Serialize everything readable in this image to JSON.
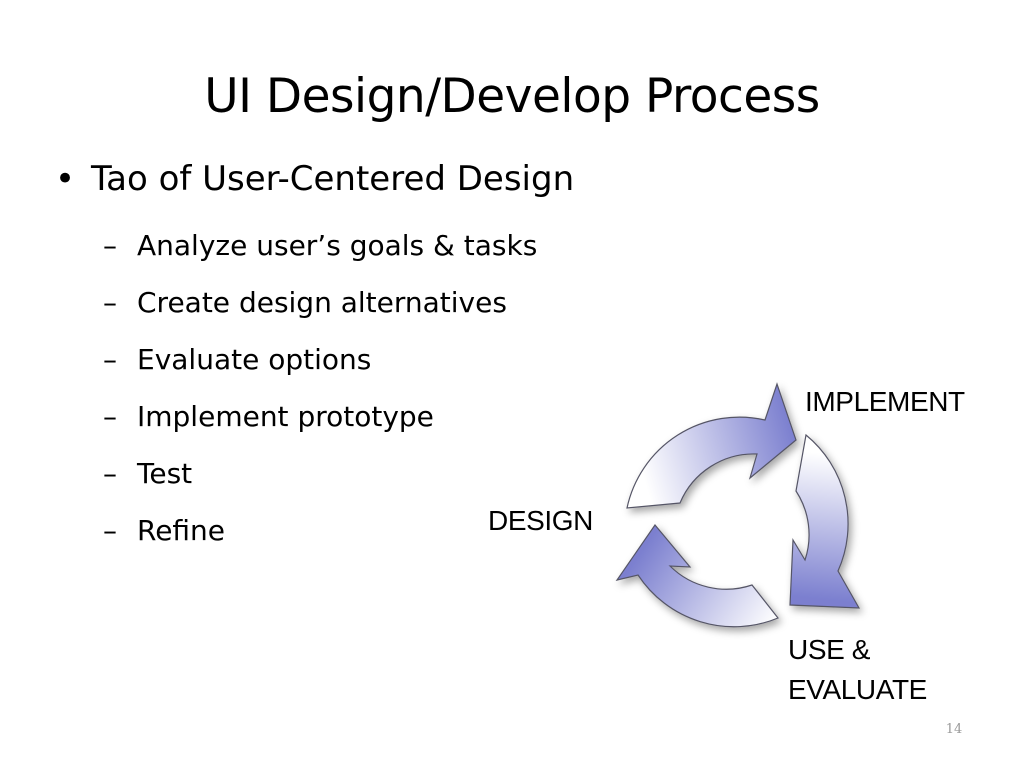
{
  "slide": {
    "title": "UI Design/Develop Process",
    "bullet": {
      "marker": "•",
      "text": "Tao of User-Centered Design",
      "sub_marker": "–",
      "sub_items": [
        "Analyze user’s goals & tasks",
        "Create design alternatives",
        "Evaluate options",
        "Implement prototype",
        "Test",
        "Refine"
      ]
    },
    "cycle_diagram": {
      "labels": {
        "implement": "IMPLEMENT",
        "design": "DESIGN",
        "use_line1": "USE &",
        "use_line2": "EVALUATE"
      },
      "arrow_colors": {
        "light": "#ffffff",
        "dark": "#7b7fcf",
        "outline": "#555566"
      },
      "icons": [
        "cycle-arrow-icon",
        "cycle-arrow-icon",
        "cycle-arrow-icon"
      ]
    },
    "page_number": "14"
  }
}
